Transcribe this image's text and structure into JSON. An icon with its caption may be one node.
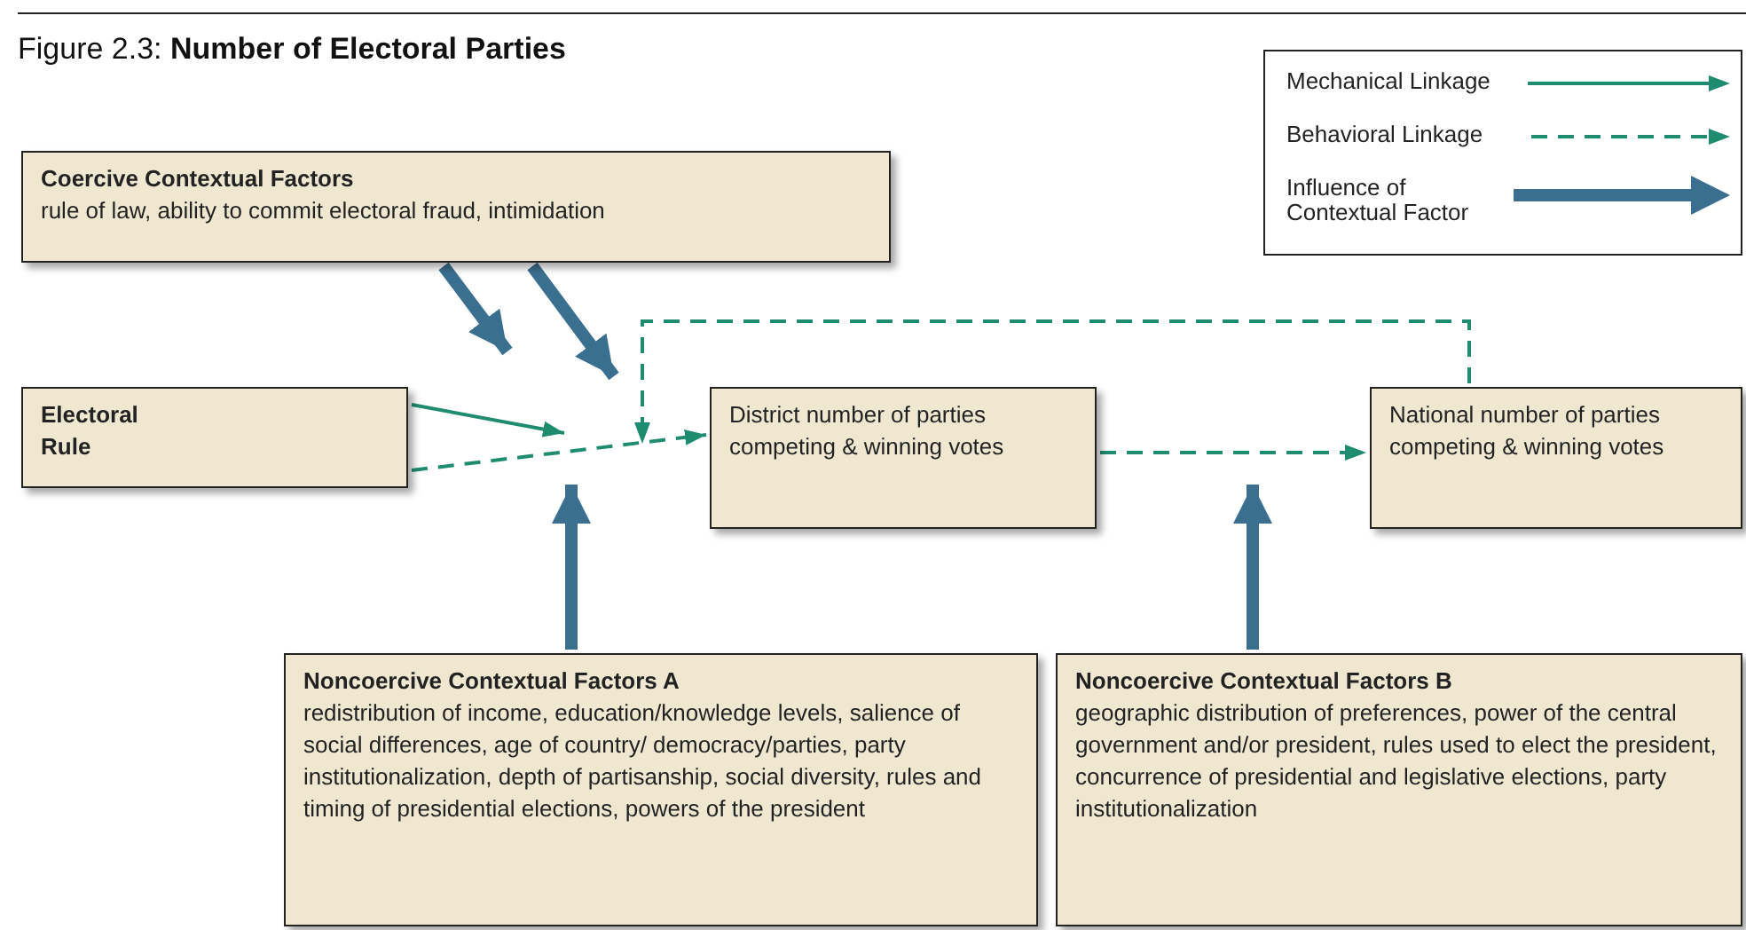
{
  "diagram": {
    "title": "Figure 2.3: **Number of Electoral Parties**",
    "nodes": [
      {
        "text": [
          "Coercive Contextual Factors",
          "rule of law, ability to commit electoral fraud, intimidation"
        ]
      },
      {
        "text": [
          "Electoral Rule"
        ]
      },
      {
        "text": [
          "District number of parties competing & winning votes"
        ]
      },
      {
        "text": [
          "National number of parties competing & winning votes"
        ]
      },
      {
        "text": [
          "Noncoercive Contextual Factors A",
          "redistribution of income, education/knowledge levels, salience of social differences, age of country/ democracy/parties, party institutionalization, depth of partisanship, social diversity, rules and timing of presidential elections, powers of the president"
        ]
      },
      {
        "text": [
          "Noncoercive Contextual Factors B",
          "geographic distribution of preferences, power of the central government and/or president, rules used to elect the president, concurrence of presidential and legislative elections, party institutionalization"
        ]
      }
    ],
    "edges": [
      {
        "from": 0,
        "to": null,
        "arrow": "to",
        "style": "thick",
        "color": "#3b6f8f"
      },
      {
        "from": 0,
        "to": null,
        "arrow": "to",
        "style": "thick",
        "color": "#3b6f8f"
      },
      {
        "from": 1,
        "to": null,
        "arrow": "to",
        "color": "#1f8c70"
      },
      {
        "from": 1,
        "to": 2,
        "arrow": "to",
        "style": "dashed",
        "color": "#1f8c70"
      },
      {
        "from": 2,
        "to": 3,
        "arrow": "to",
        "style": "dashed",
        "color": "#1f8c70"
      },
      {
        "from": 3,
        "to": null,
        "arrow": "to",
        "style": "dashed",
        "color": "#1f8c70"
      },
      {
        "from": 4,
        "to": null,
        "arrow": "to",
        "style": "thick",
        "color": "#3b6f8f"
      },
      {
        "from": 5,
        "to": null,
        "arrow": "to",
        "style": "thick",
        "color": "#3b6f8f"
      }
    ],
    "legend": [
      {
        "text": "Mechanical Linkage"
      },
      {
        "text": "Behavioral Linkage"
      },
      {
        "text": "Influence of Contextual Factor"
      }
    ]
  }
}
